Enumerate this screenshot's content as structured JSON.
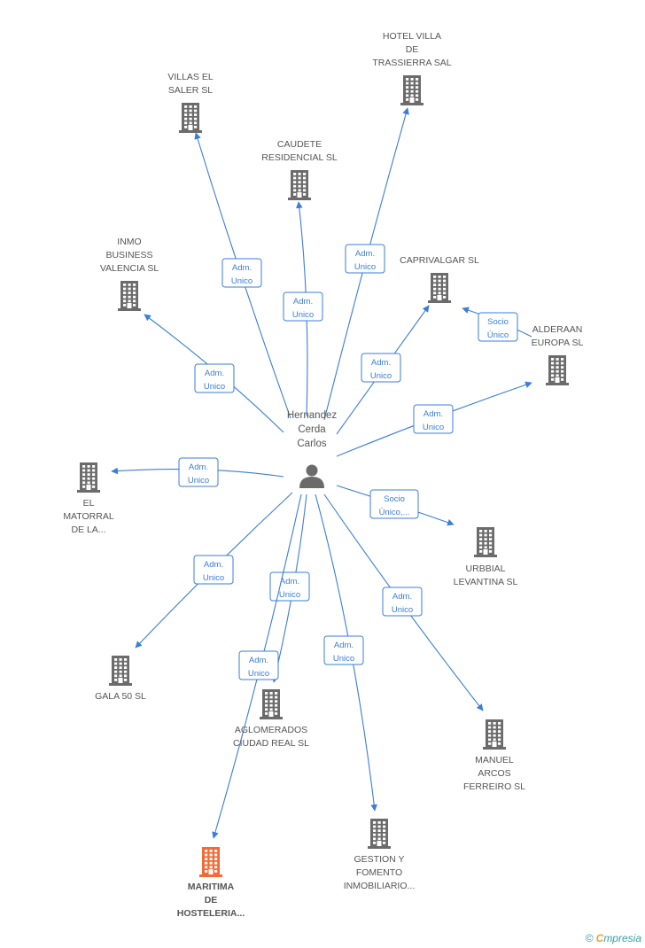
{
  "colors": {
    "edge": "#3b7dd8",
    "company": "#6b6b6b",
    "highlight": "#f26a35",
    "person": "#6b6b6b"
  },
  "person": {
    "name_lines": [
      "Hernandez",
      "Cerda",
      "Carlos"
    ],
    "icon": "person-icon"
  },
  "companies": [
    {
      "id": "villas-el-saler",
      "lines": [
        "VILLAS EL",
        "SALER SL"
      ],
      "icon": "building-icon"
    },
    {
      "id": "hotel-villa-trassierra",
      "lines": [
        "HOTEL VILLA",
        "DE",
        "TRASSIERRA SAL"
      ],
      "icon": "building-icon"
    },
    {
      "id": "caudete-residencial",
      "lines": [
        "CAUDETE",
        "RESIDENCIAL SL"
      ],
      "icon": "building-icon"
    },
    {
      "id": "inmo-business-valencia",
      "lines": [
        "INMO",
        "BUSINESS",
        "VALENCIA SL"
      ],
      "icon": "building-icon"
    },
    {
      "id": "caprivalgar",
      "lines": [
        "CAPRIVALGAR SL"
      ],
      "icon": "building-icon"
    },
    {
      "id": "alderaan-europa",
      "lines": [
        "ALDERAAN",
        "EUROPA SL"
      ],
      "icon": "building-icon"
    },
    {
      "id": "el-matorral",
      "lines": [
        "EL",
        "MATORRAL",
        "DE LA..."
      ],
      "icon": "building-icon"
    },
    {
      "id": "urbbial-levantina",
      "lines": [
        "URBBIAL",
        "LEVANTINA SL"
      ],
      "icon": "building-icon"
    },
    {
      "id": "gala-50",
      "lines": [
        "GALA 50 SL"
      ],
      "icon": "building-icon"
    },
    {
      "id": "aglomerados-ciudad-real",
      "lines": [
        "AGLOMERADOS",
        "CIUDAD REAL SL"
      ],
      "icon": "building-icon"
    },
    {
      "id": "manuel-arcos-ferreiro",
      "lines": [
        "MANUEL",
        "ARCOS",
        "FERREIRO SL"
      ],
      "icon": "building-icon"
    },
    {
      "id": "gestion-fomento-inmobiliario",
      "lines": [
        "GESTION Y",
        "FOMENTO",
        "INMOBILIARIO..."
      ],
      "icon": "building-icon"
    },
    {
      "id": "maritima-de-hosteleria",
      "lines": [
        "MARITIMA",
        "DE",
        "HOSTELERIA..."
      ],
      "icon": "building-icon",
      "highlight": true
    }
  ],
  "edges": [
    {
      "from": "person",
      "to": "villas-el-saler",
      "label": [
        "Adm.",
        "Unico"
      ]
    },
    {
      "from": "person",
      "to": "hotel-villa-trassierra",
      "label": [
        "Adm.",
        "Unico"
      ]
    },
    {
      "from": "person",
      "to": "caudete-residencial",
      "label": [
        "Adm.",
        "Unico"
      ]
    },
    {
      "from": "person",
      "to": "inmo-business-valencia",
      "label": [
        "Adm.",
        "Unico"
      ]
    },
    {
      "from": "person",
      "to": "caprivalgar",
      "label": [
        "Adm.",
        "Unico"
      ]
    },
    {
      "from": "alderaan-europa",
      "to": "caprivalgar",
      "label": [
        "Socio",
        "Único"
      ]
    },
    {
      "from": "person",
      "to": "alderaan-europa",
      "label": [
        "Adm.",
        "Unico"
      ]
    },
    {
      "from": "person",
      "to": "el-matorral",
      "label": [
        "Adm.",
        "Unico"
      ]
    },
    {
      "from": "person",
      "to": "urbbial-levantina",
      "label": [
        "Socio",
        "Único,..."
      ]
    },
    {
      "from": "person",
      "to": "gala-50",
      "label": [
        "Adm.",
        "Unico"
      ]
    },
    {
      "from": "person",
      "to": "aglomerados-ciudad-real",
      "label": [
        "Adm.",
        "Unico"
      ]
    },
    {
      "from": "person",
      "to": "maritima-de-hosteleria",
      "label": [
        "Adm.",
        "Unico"
      ]
    },
    {
      "from": "person",
      "to": "gestion-fomento-inmobiliario",
      "label": [
        "Adm.",
        "Unico"
      ]
    },
    {
      "from": "person",
      "to": "manuel-arcos-ferreiro",
      "label": [
        "Adm.",
        "Unico"
      ]
    }
  ],
  "footer": {
    "copyright_symbol": "©",
    "brand_first": "C",
    "brand_rest": "mpresia"
  }
}
